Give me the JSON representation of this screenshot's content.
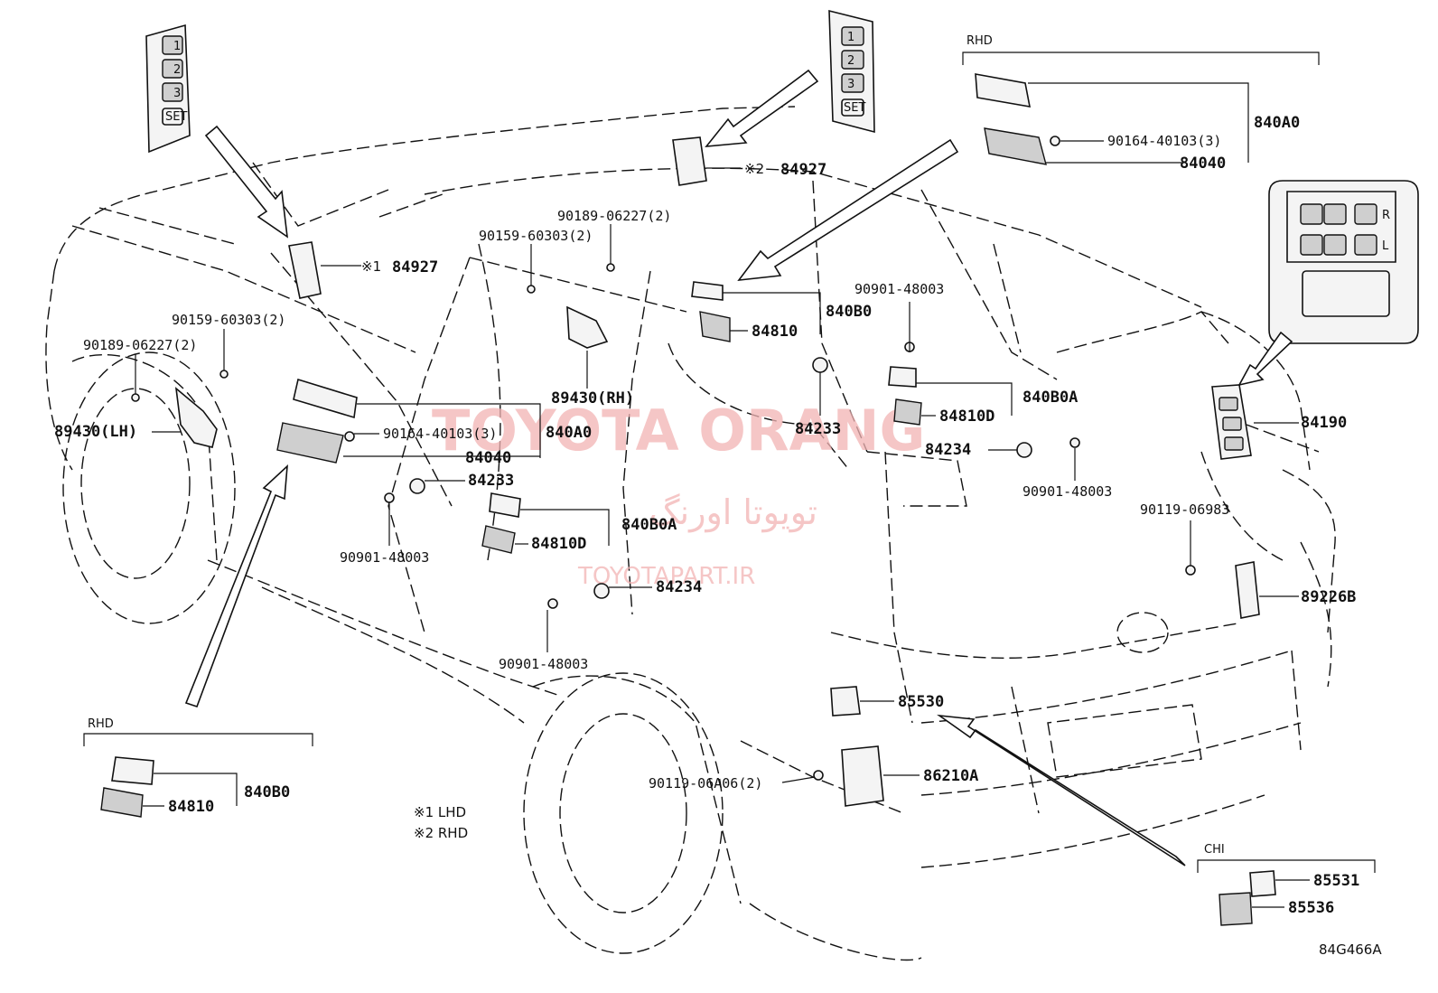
{
  "sections": {
    "rhd_top": "RHD",
    "rhd_bottom": "RHD",
    "chi": "CHI"
  },
  "parts": {
    "p84927_lhd": "84927",
    "p84927_rhd": "84927",
    "p90189_06227_lh": "90189-06227(2)",
    "p90189_06227_rh": "90189-06227(2)",
    "p90159_60303_lh": "90159-60303(2)",
    "p90159_60303_rh": "90159-60303(2)",
    "p89430_lh": "89430(LH)",
    "p89430_rh": "89430(RH)",
    "p90164_40103_main": "90164-40103(3)",
    "p90164_40103_rhd": "90164-40103(3)",
    "p840A0_main": "840A0",
    "p840A0_rhd": "840A0",
    "p84040_main": "84040",
    "p84040_rhd": "84040",
    "p84233_left": "84233",
    "p84233_right": "84233",
    "p90901_48003_a": "90901-48003",
    "p90901_48003_b": "90901-48003",
    "p90901_48003_c": "90901-48003",
    "p90901_48003_d": "90901-48003",
    "p840B0A_left": "840B0A",
    "p840B0A_right": "840B0A",
    "p84810D_left": "84810D",
    "p84810D_right": "84810D",
    "p84234_left": "84234",
    "p84234_right": "84234",
    "p840B0_top": "840B0",
    "p840B0_rhd": "840B0",
    "p84810_top": "84810",
    "p84810_rhd": "84810",
    "p84190": "84190",
    "p90119_06983": "90119-06983",
    "p89226B": "89226B",
    "p85530": "85530",
    "p86210A": "86210A",
    "p90119_06A06": "90119-06A06(2)",
    "p85531": "85531",
    "p85536": "85536"
  },
  "marks": {
    "m1": "※1",
    "m2": "※2"
  },
  "legend": {
    "note1": "※1  LHD",
    "note2": "※2  RHD"
  },
  "switch_labels": {
    "set": "SET",
    "one": "1",
    "two": "2",
    "three": "3",
    "r": "R",
    "l": "L"
  },
  "watermark": {
    "brand": "TOYOTA ORANG",
    "persian": "تویوتا اورنگ",
    "site": "TOYOTAPART.IR"
  },
  "diagram_code": "84G466A"
}
